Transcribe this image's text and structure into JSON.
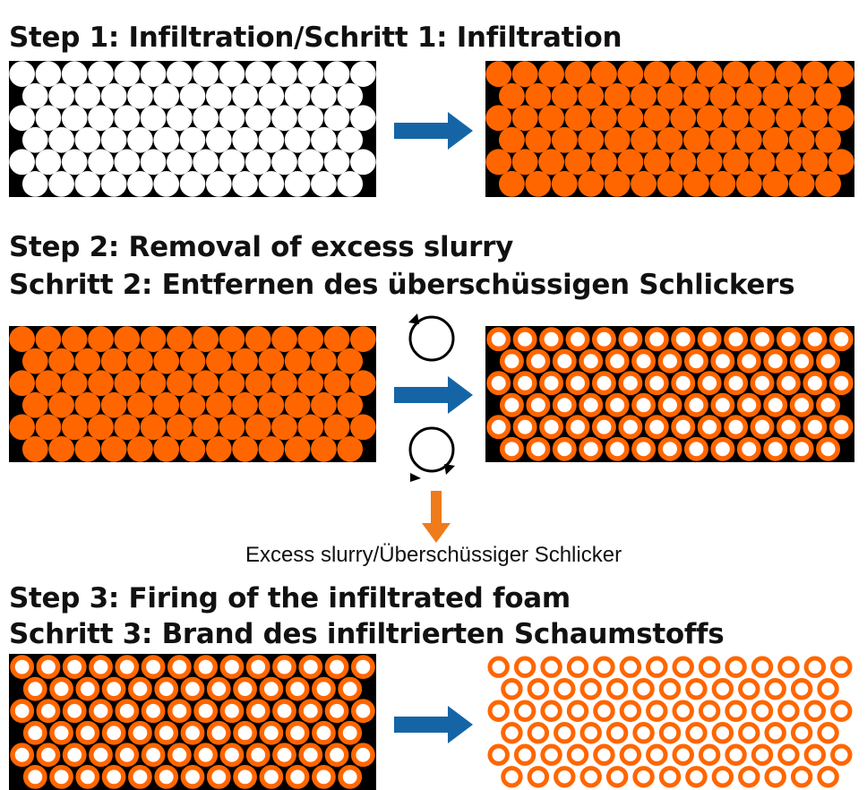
{
  "steps": [
    {
      "title": "Step 1: Infiltration/Schritt 1: Infiltration"
    },
    {
      "title_en": "Step 2: Removal of excess slurry",
      "title_de": "Schritt 2: Entfernen des überschüssigen Schlickers",
      "excess_label": "Excess slurry/Überschüssiger Schlicker"
    },
    {
      "title_en": "Step 3: Firing of the infiltrated foam",
      "title_de": "Schritt 3: Brand des infiltrierten Schaumstoffs"
    }
  ],
  "colors": {
    "foam_background": "#000000",
    "slurry": "#FF6600",
    "cell": "#FFFFFF",
    "process_arrow": "#1565A6",
    "excess_arrow": "#F07B1A"
  },
  "icons": {
    "process_arrow": "right-arrow-icon",
    "rotation": "rotation-icon",
    "excess_arrow": "down-arrow-icon"
  }
}
